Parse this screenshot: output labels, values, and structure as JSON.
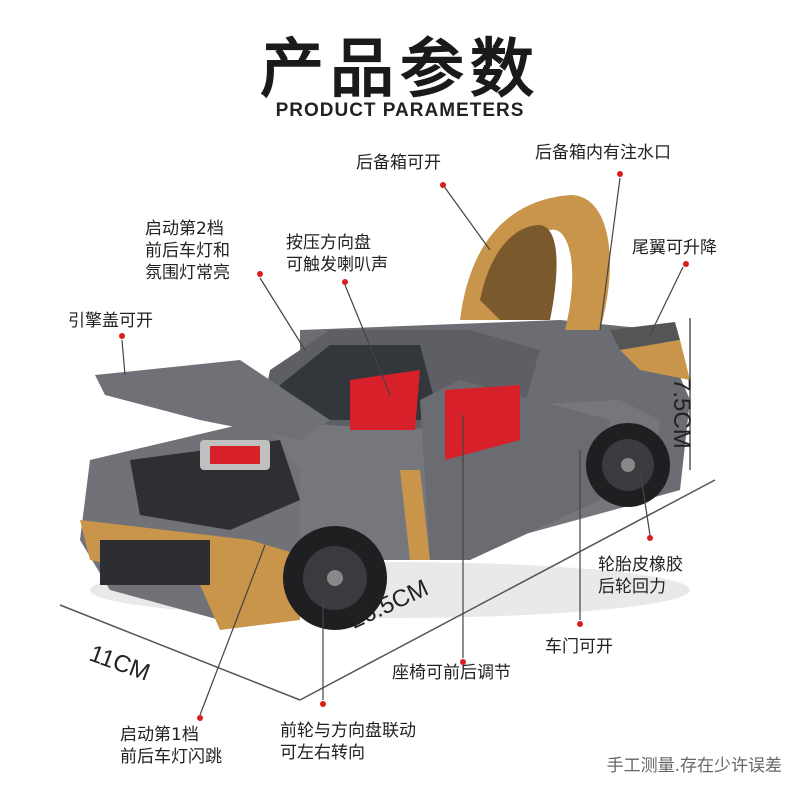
{
  "header": {
    "title": "产品参数",
    "subtitle": "PRODUCT PARAMETERS"
  },
  "features": {
    "trunk_open": "后备箱可开",
    "trunk_water": "后备箱内有注水口",
    "gear2_line1": "启动第2档",
    "gear2_line2": "前后车灯和",
    "gear2_line3": "氛围灯常亮",
    "horn_line1": "按压方向盘",
    "horn_line2": "可触发喇叭声",
    "spoiler": "尾翼可升降",
    "hood_open": "引擎盖可开",
    "tire_line1": "轮胎皮橡胶",
    "tire_line2": "后轮回力",
    "door_open": "车门可开",
    "seat_adjust": "座椅可前后调节",
    "steer_line1": "前轮与方向盘联动",
    "steer_line2": "可左右转向",
    "gear1_line1": "启动第1档",
    "gear1_line2": "前后车灯闪跳"
  },
  "dimensions": {
    "height": "7.5CM",
    "length": "26.5CM",
    "width": "11CM"
  },
  "footer": {
    "disclaimer": "手工测量.存在少许误差"
  },
  "colors": {
    "car_body": "#6b6d72",
    "accent_gold": "#c8954a",
    "interior_red": "#d8202a",
    "pointer_dot": "#d81e1e"
  }
}
